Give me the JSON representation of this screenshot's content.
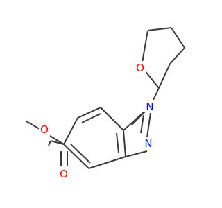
{
  "molecule": {
    "atoms": {
      "ring_oxygen": {
        "symbol": "O"
      },
      "ring_nitrogen": {
        "symbol": "N"
      },
      "imine_nitrogen": {
        "symbol": "N"
      },
      "ester_oxygen": {
        "symbol": "O"
      },
      "carbonyl_oxygen": {
        "symbol": "O"
      }
    },
    "colors": {
      "bond": "#3a3a3a",
      "oxygen": "#ff0000",
      "nitrogen": "#0000ff"
    }
  }
}
